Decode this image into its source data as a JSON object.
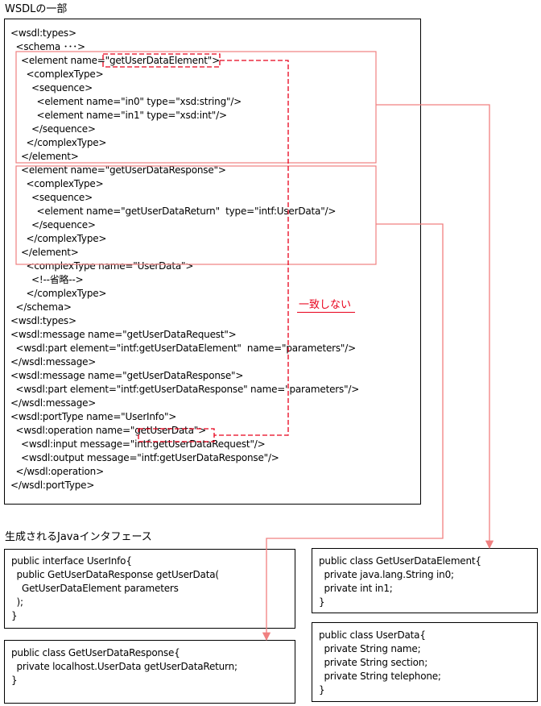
{
  "wsdl_label": "WSDLの一部",
  "java_label": "生成されるJavaインタフェース",
  "mismatch_note": "一致しない",
  "wsdl_lines": [
    {
      "indent": 0,
      "text": "<wsdl:types>"
    },
    {
      "indent": 1,
      "text": "<schema ･･･>"
    },
    {
      "indent": 2,
      "text": "<element name=\"getUserDataElement\">"
    },
    {
      "indent": 3,
      "text": "<complexType>"
    },
    {
      "indent": 4,
      "text": "<sequence>"
    },
    {
      "indent": 5,
      "text": "<element name=\"in0\" type=\"xsd:string\"/>"
    },
    {
      "indent": 5,
      "text": "<element name=\"in1\" type=\"xsd:int\"/>"
    },
    {
      "indent": 4,
      "text": "</sequence>"
    },
    {
      "indent": 3,
      "text": "</complexType>"
    },
    {
      "indent": 2,
      "text": "</element>"
    },
    {
      "indent": 2,
      "text": "<element name=\"getUserDataResponse\">"
    },
    {
      "indent": 3,
      "text": "<complexType>"
    },
    {
      "indent": 4,
      "text": "<sequence>"
    },
    {
      "indent": 5,
      "text": "<element name=\"getUserDataReturn\"  type=\"intf:UserData\"/>"
    },
    {
      "indent": 4,
      "text": "</sequence>"
    },
    {
      "indent": 3,
      "text": "</complexType>"
    },
    {
      "indent": 2,
      "text": "</element>"
    },
    {
      "indent": 3,
      "text": "<complexType name=\"UserData\">"
    },
    {
      "indent": 4,
      "text": "<!--省略-->"
    },
    {
      "indent": 3,
      "text": "</complexType>"
    },
    {
      "indent": 1,
      "text": "</schema>"
    },
    {
      "indent": 0,
      "text": "<wsdl:types>"
    },
    {
      "indent": 0,
      "text": "<wsdl:message name=\"getUserDataRequest\">"
    },
    {
      "indent": 1,
      "text": "<wsdl:part element=\"intf:getUserDataElement\"  name=\"parameters\"/>"
    },
    {
      "indent": 0,
      "text": "</wsdl:message>"
    },
    {
      "indent": 0,
      "text": "<wsdl:message name=\"getUserDataResponse\">"
    },
    {
      "indent": 1,
      "text": "<wsdl:part element=\"intf:getUserDataResponse\" name=\"parameters\"/>"
    },
    {
      "indent": 0,
      "text": "</wsdl:message>"
    },
    {
      "indent": 0,
      "text": "<wsdl:portType name=\"UserInfo\">"
    },
    {
      "indent": 1,
      "text": "<wsdl:operation name=\"getUserData\">"
    },
    {
      "indent": 2,
      "text": "<wsdl:input message=\"intf:getUserDataRequest\"/>"
    },
    {
      "indent": 2,
      "text": "<wsdl:output message=\"intf:getUserDataResponse\"/>"
    },
    {
      "indent": 1,
      "text": "</wsdl:operation>"
    },
    {
      "indent": 0,
      "text": "</wsdl:portType>"
    }
  ],
  "java_boxes": {
    "userinfo": [
      {
        "indent": 0,
        "text": "public interface UserInfo{"
      },
      {
        "indent": 1,
        "text": "public GetUserDataResponse getUserData("
      },
      {
        "indent": 2,
        "text": "GetUserDataElement parameters"
      },
      {
        "indent": 1,
        "text": ");"
      },
      {
        "indent": 0,
        "text": "}"
      }
    ],
    "response": [
      {
        "indent": 0,
        "text": "public class GetUserDataResponse{"
      },
      {
        "indent": 1,
        "text": "private localhost.UserData getUserDataReturn;"
      },
      {
        "indent": 0,
        "text": "}"
      }
    ],
    "element": [
      {
        "indent": 0,
        "text": "public class GetUserDataElement{"
      },
      {
        "indent": 1,
        "text": "private java.lang.String in0;"
      },
      {
        "indent": 1,
        "text": "private int in1;"
      },
      {
        "indent": 0,
        "text": "}"
      }
    ],
    "userdata": [
      {
        "indent": 0,
        "text": "public class UserData{"
      },
      {
        "indent": 1,
        "text": "private String name;"
      },
      {
        "indent": 1,
        "text": "private String section;"
      },
      {
        "indent": 1,
        "text": "private String telephone;"
      },
      {
        "indent": 0,
        "text": "}"
      }
    ]
  },
  "colors": {
    "highlight": "#f08080",
    "accent": "#e8001b",
    "text": "#000000"
  }
}
